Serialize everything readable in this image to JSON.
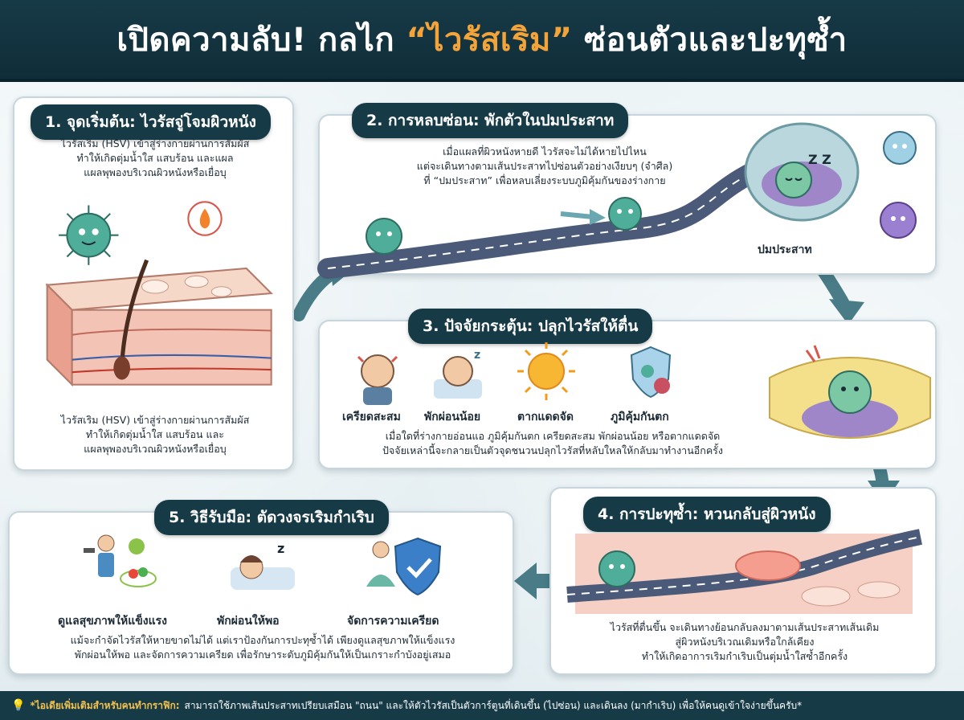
{
  "header": {
    "title_before": "เปิดความลับ! กลไก ",
    "title_highlight": "“ไวรัสเริม”",
    "title_after": " ซ่อนตัวและปะทุซ้ำ"
  },
  "panel1": {
    "title": "1. จุดเริ่มต้น: ไวรัสจู่โจมผิวหนัง",
    "text_top": [
      "ไวรัสเริม (HSV) เข้าสู่ร่างกายผ่านการสัมผัส",
      "ทำให้เกิดตุ่มน้ำใส แสบร้อน และแผล",
      "แผลพุพองบริเวณผิวหนังหรือเยื่อบุ"
    ],
    "text_bottom": [
      "ไวรัสเริม (HSV) เข้าสู่ร่างกายผ่านการสัมผัส",
      "ทำให้เกิดตุ่มน้ำใส แสบร้อน และ",
      "แผลพุพองบริเวณผิวหนังหรือเยื่อบุ"
    ]
  },
  "panel2": {
    "title": "2. การหลบซ่อน: พักตัวในปมประสาท",
    "text": [
      "เมื่อแผลที่ผิวหนังหายดี ไวรัสจะไม่ได้หายไปไหน",
      "แต่จะเดินทางตามเส้นประสาทไปซ่อนตัวอย่างเงียบๆ (จำศีล)",
      "ที่ “ปมประสาท” เพื่อหลบเลี่ยงระบบภูมิคุ้มกันของร่างกาย"
    ],
    "ganglion_label": "ปมประสาท",
    "sleep_text": "Z Z"
  },
  "panel3": {
    "title": "3. ปัจจัยกระตุ้น: ปลุกไวรัสให้ตื่น",
    "icons": [
      {
        "label": "เครียดสะสม",
        "icon": "stress-icon"
      },
      {
        "label": "พักผ่อนน้อย",
        "icon": "tired-icon"
      },
      {
        "label": "ตากแดดจัด",
        "icon": "sun-icon"
      },
      {
        "label": "ภูมิคุ้มกันตก",
        "icon": "weak-immunity-icon"
      }
    ],
    "text": [
      "เมื่อใดที่ร่างกายอ่อนแอ ภูมิคุ้มกันตก เครียดสะสม พักผ่อนน้อย หรือตากแดดจัด",
      "ปัจจัยเหล่านี้จะกลายเป็นตัวจุดชนวนปลุกไวรัสที่หลับใหลให้กลับมาทำงานอีกครั้ง"
    ]
  },
  "panel4": {
    "title": "4. การปะทุซ้ำ: หวนกลับสู่ผิวหนัง",
    "text": [
      "ไวรัสที่ตื่นขึ้น จะเดินทางย้อนกลับลงมาตามเส้นประสาทเส้นเดิม",
      "สู่ผิวหนังบริเวณเดิมหรือใกล้เคียง",
      "ทำให้เกิดอาการเริมกำเริบเป็นตุ่มน้ำใสซ้ำอีกครั้ง"
    ]
  },
  "panel5": {
    "title": "5. วิธีรับมือ: ตัดวงจรเริมกำเริบ",
    "icons": [
      {
        "label": "ดูแลสุขภาพให้แข็งแรง",
        "icon": "exercise-icon"
      },
      {
        "label": "พักผ่อนให้พอ",
        "icon": "sleep-icon"
      },
      {
        "label": "จัดการความเครียด",
        "icon": "meditation-shield-icon"
      }
    ],
    "text": [
      "แม้จะกำจัดไวรัสให้หายขาดไม่ได้ แต่เราป้องกันการปะทุซ้ำได้ เพียงดูแลสุขภาพให้แข็งแรง",
      "พักผ่อนให้พอ และจัดการความเครียด เพื่อรักษาระดับภูมิคุ้มกันให้เป็นเกราะกำบังอยู่เสมอ"
    ]
  },
  "footer": {
    "label": "*ไอเดียเพิ่มเติมสำหรับคนทำกราฟิก:",
    "text": "สามารถใช้ภาพเส้นประสาทเปรียบเสมือน \"ถนน\" และให้ตัวไวรัสเป็นตัวการ์ตูนที่เดินขึ้น (ไปซ่อน) และเดินลง (มากำเริบ) เพื่อให้คนดูเข้าใจง่ายขึ้นครับ*"
  },
  "colors": {
    "header_bg": "#173a47",
    "accent": "#f2a43a",
    "virus": "#4fae9a",
    "arrow": "#3f6f7a",
    "skin": "#f3c3b5"
  }
}
